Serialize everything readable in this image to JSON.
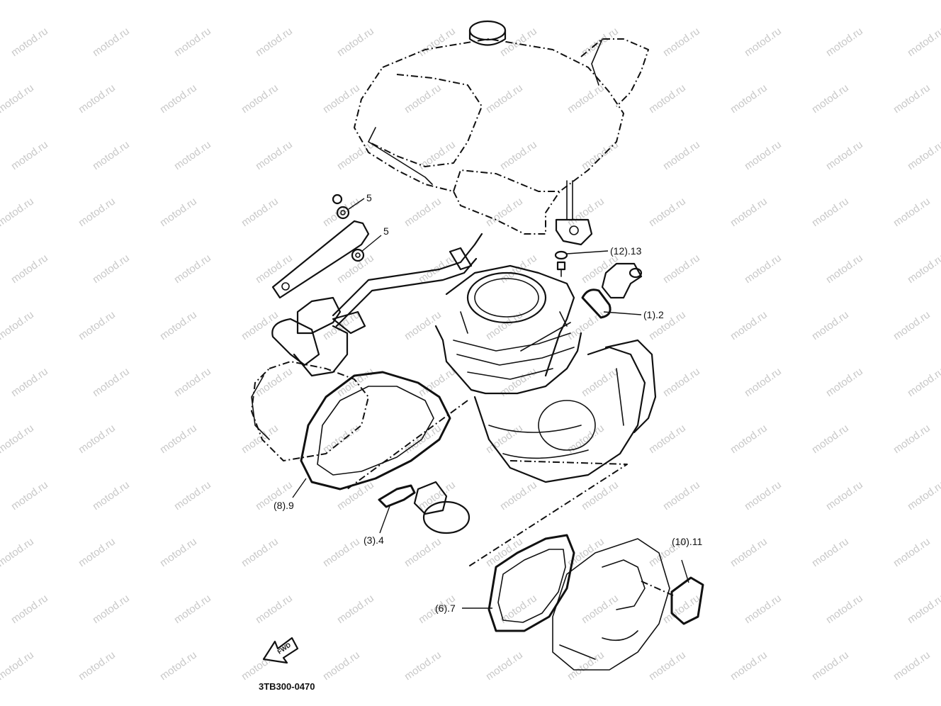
{
  "watermark": {
    "text": "motod.ru"
  },
  "callouts": {
    "nut_upper": "5",
    "nut_lower": "5",
    "drain_bolt": "(12).13",
    "thermostat_gasket": "(1).2",
    "cover_gasket_left": "(8).9",
    "plate_gasket": "(3).4",
    "cover_gasket_right": "(6).7",
    "pump_gasket": "(10).11"
  },
  "fwd_label": "FWD",
  "figure_code": "3TB300-0470"
}
